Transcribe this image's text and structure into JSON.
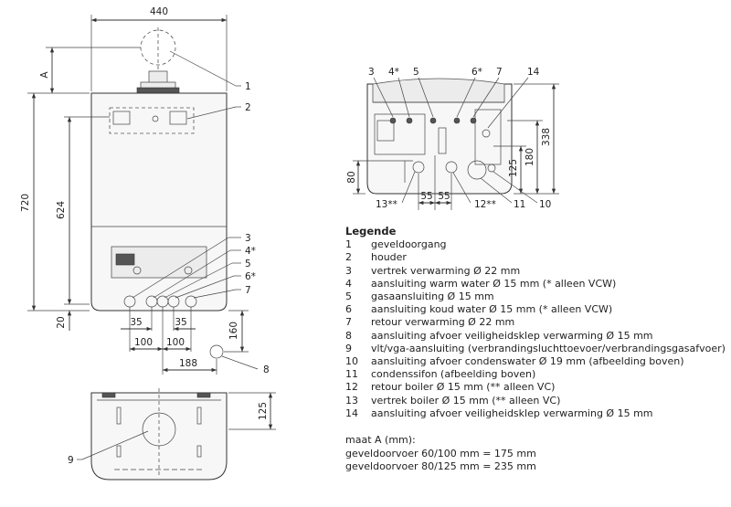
{
  "front_view": {
    "width_label": "440",
    "height_label": "720",
    "inner_height_label": "624",
    "bottom_label": "20",
    "flue_label": "A",
    "spacing_35_left": "35",
    "spacing_35_right": "35",
    "spacing_100_left": "100",
    "spacing_100_right": "100",
    "spacing_188": "188",
    "height_160": "160",
    "callouts": [
      "1",
      "2",
      "3",
      "4*",
      "5",
      "6*",
      "7",
      "8"
    ]
  },
  "bottom_view": {
    "depth_label": "125",
    "callout": "9"
  },
  "side_view": {
    "top_callouts": [
      "3",
      "4*",
      "5",
      "6*",
      "7",
      "14"
    ],
    "height_338": "338",
    "height_180": "180",
    "height_125": "125",
    "height_80": "80",
    "spacing_55_left": "55",
    "spacing_55_right": "55",
    "bottom_callouts": [
      "13**",
      "12**",
      "11",
      "10"
    ]
  },
  "legend": {
    "title": "Legende",
    "items": [
      {
        "num": "1",
        "text": "geveldoorgang"
      },
      {
        "num": "2",
        "text": "houder"
      },
      {
        "num": "3",
        "text": "vertrek verwarming Ø 22 mm"
      },
      {
        "num": "4",
        "text": "aansluiting warm water Ø 15 mm (* alleen VCW)"
      },
      {
        "num": "5",
        "text": "gasaansluiting Ø 15 mm"
      },
      {
        "num": "6",
        "text": "aansluiting koud water Ø 15 mm (* alleen VCW)"
      },
      {
        "num": "7",
        "text": "retour verwarming Ø 22 mm"
      },
      {
        "num": "8",
        "text": "aansluiting afvoer veiligheidsklep verwarming Ø 15 mm"
      },
      {
        "num": "9",
        "text": "vlt/vga-aansluiting (verbrandingsluchttoevoer/verbrandingsgasafvoer)"
      },
      {
        "num": "10",
        "text": "aansluiting afvoer condenswater Ø 19 mm (afbeelding boven)"
      },
      {
        "num": "11",
        "text": "condenssifon (afbeelding boven)"
      },
      {
        "num": "12",
        "text": "retour boiler Ø 15 mm (** alleen VC)"
      },
      {
        "num": "13",
        "text": "vertrek boiler Ø 15 mm (** alleen VC)"
      },
      {
        "num": "14",
        "text": "aansluiting afvoer veiligheidsklep verwarming Ø 15 mm"
      }
    ]
  },
  "maat": {
    "title": "maat A (mm):",
    "line1": "geveldoorvoer 60/100 mm = 175 mm",
    "line2": "geveldoorvoer 80/125 mm = 235 mm"
  }
}
